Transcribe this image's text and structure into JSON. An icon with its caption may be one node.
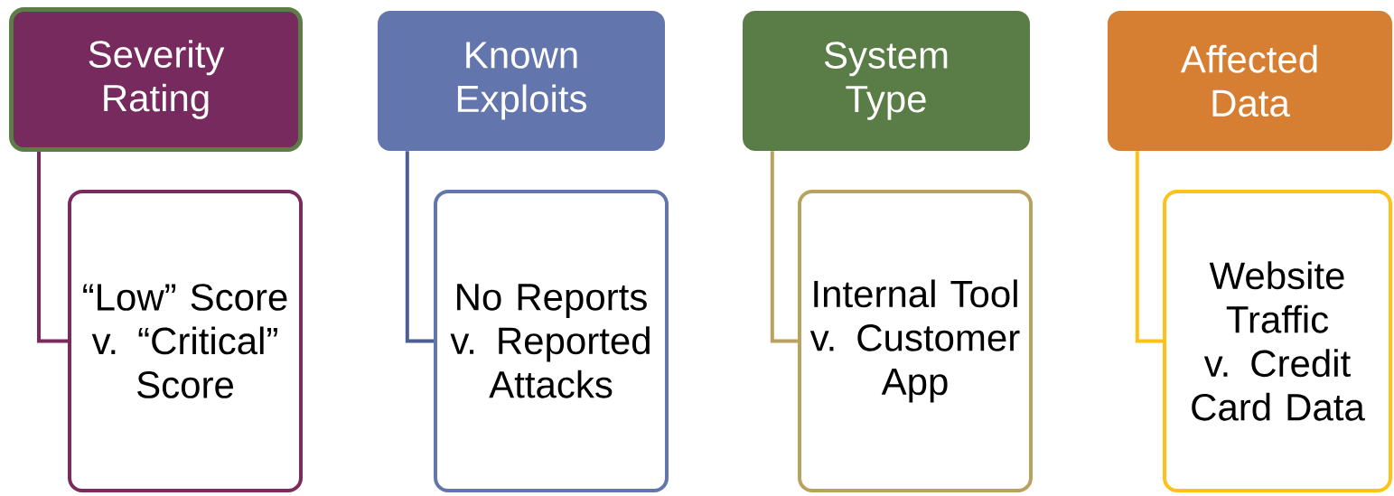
{
  "diagram": {
    "nodes": [
      {
        "text": [
          "Severity Rating"
        ]
      },
      {
        "text": [
          "“Low” Score v. “Critical” Score"
        ]
      },
      {
        "text": [
          "Known Exploits"
        ]
      },
      {
        "text": [
          "No Reports v. Reported Attacks"
        ]
      },
      {
        "text": [
          "System Type"
        ]
      },
      {
        "text": [
          "Internal Tool v. Customer App"
        ]
      },
      {
        "text": [
          "Affected Data"
        ]
      },
      {
        "text": [
          "Website Traffic v. Credit Card Data"
        ]
      }
    ],
    "edges": [
      {
        "from": 0,
        "to": 1,
        "arrow": "none",
        "color": "#7a2a5c"
      },
      {
        "from": 2,
        "to": 3,
        "arrow": "none",
        "color": "#4d5e94"
      },
      {
        "from": 4,
        "to": 5,
        "arrow": "none",
        "color": "#b9a15f"
      },
      {
        "from": 6,
        "to": 7,
        "arrow": "none",
        "color": "#fcc21a"
      }
    ]
  }
}
